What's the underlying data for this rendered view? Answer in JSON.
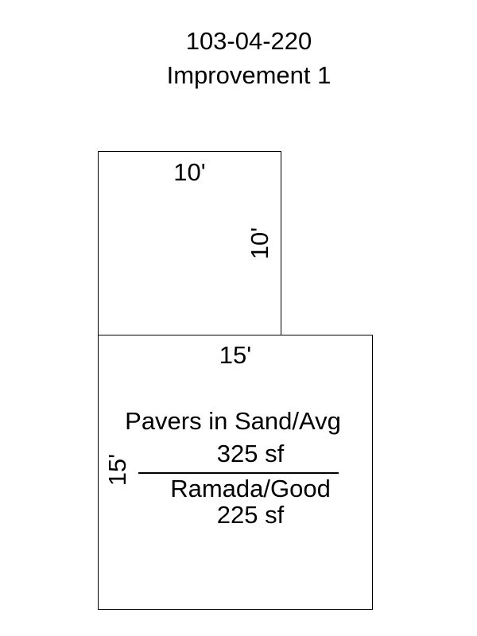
{
  "header": {
    "parcel_id": "103-04-220",
    "improvement": "Improvement 1"
  },
  "sketch": {
    "top_section": {
      "width_label": "10'",
      "height_label": "10'"
    },
    "bottom_section": {
      "width_label": "15'",
      "height_label": "15'",
      "areas": [
        {
          "name": "Pavers in Sand/Avg",
          "area": "325 sf"
        },
        {
          "name": "Ramada/Good",
          "area": "225 sf"
        }
      ]
    }
  }
}
